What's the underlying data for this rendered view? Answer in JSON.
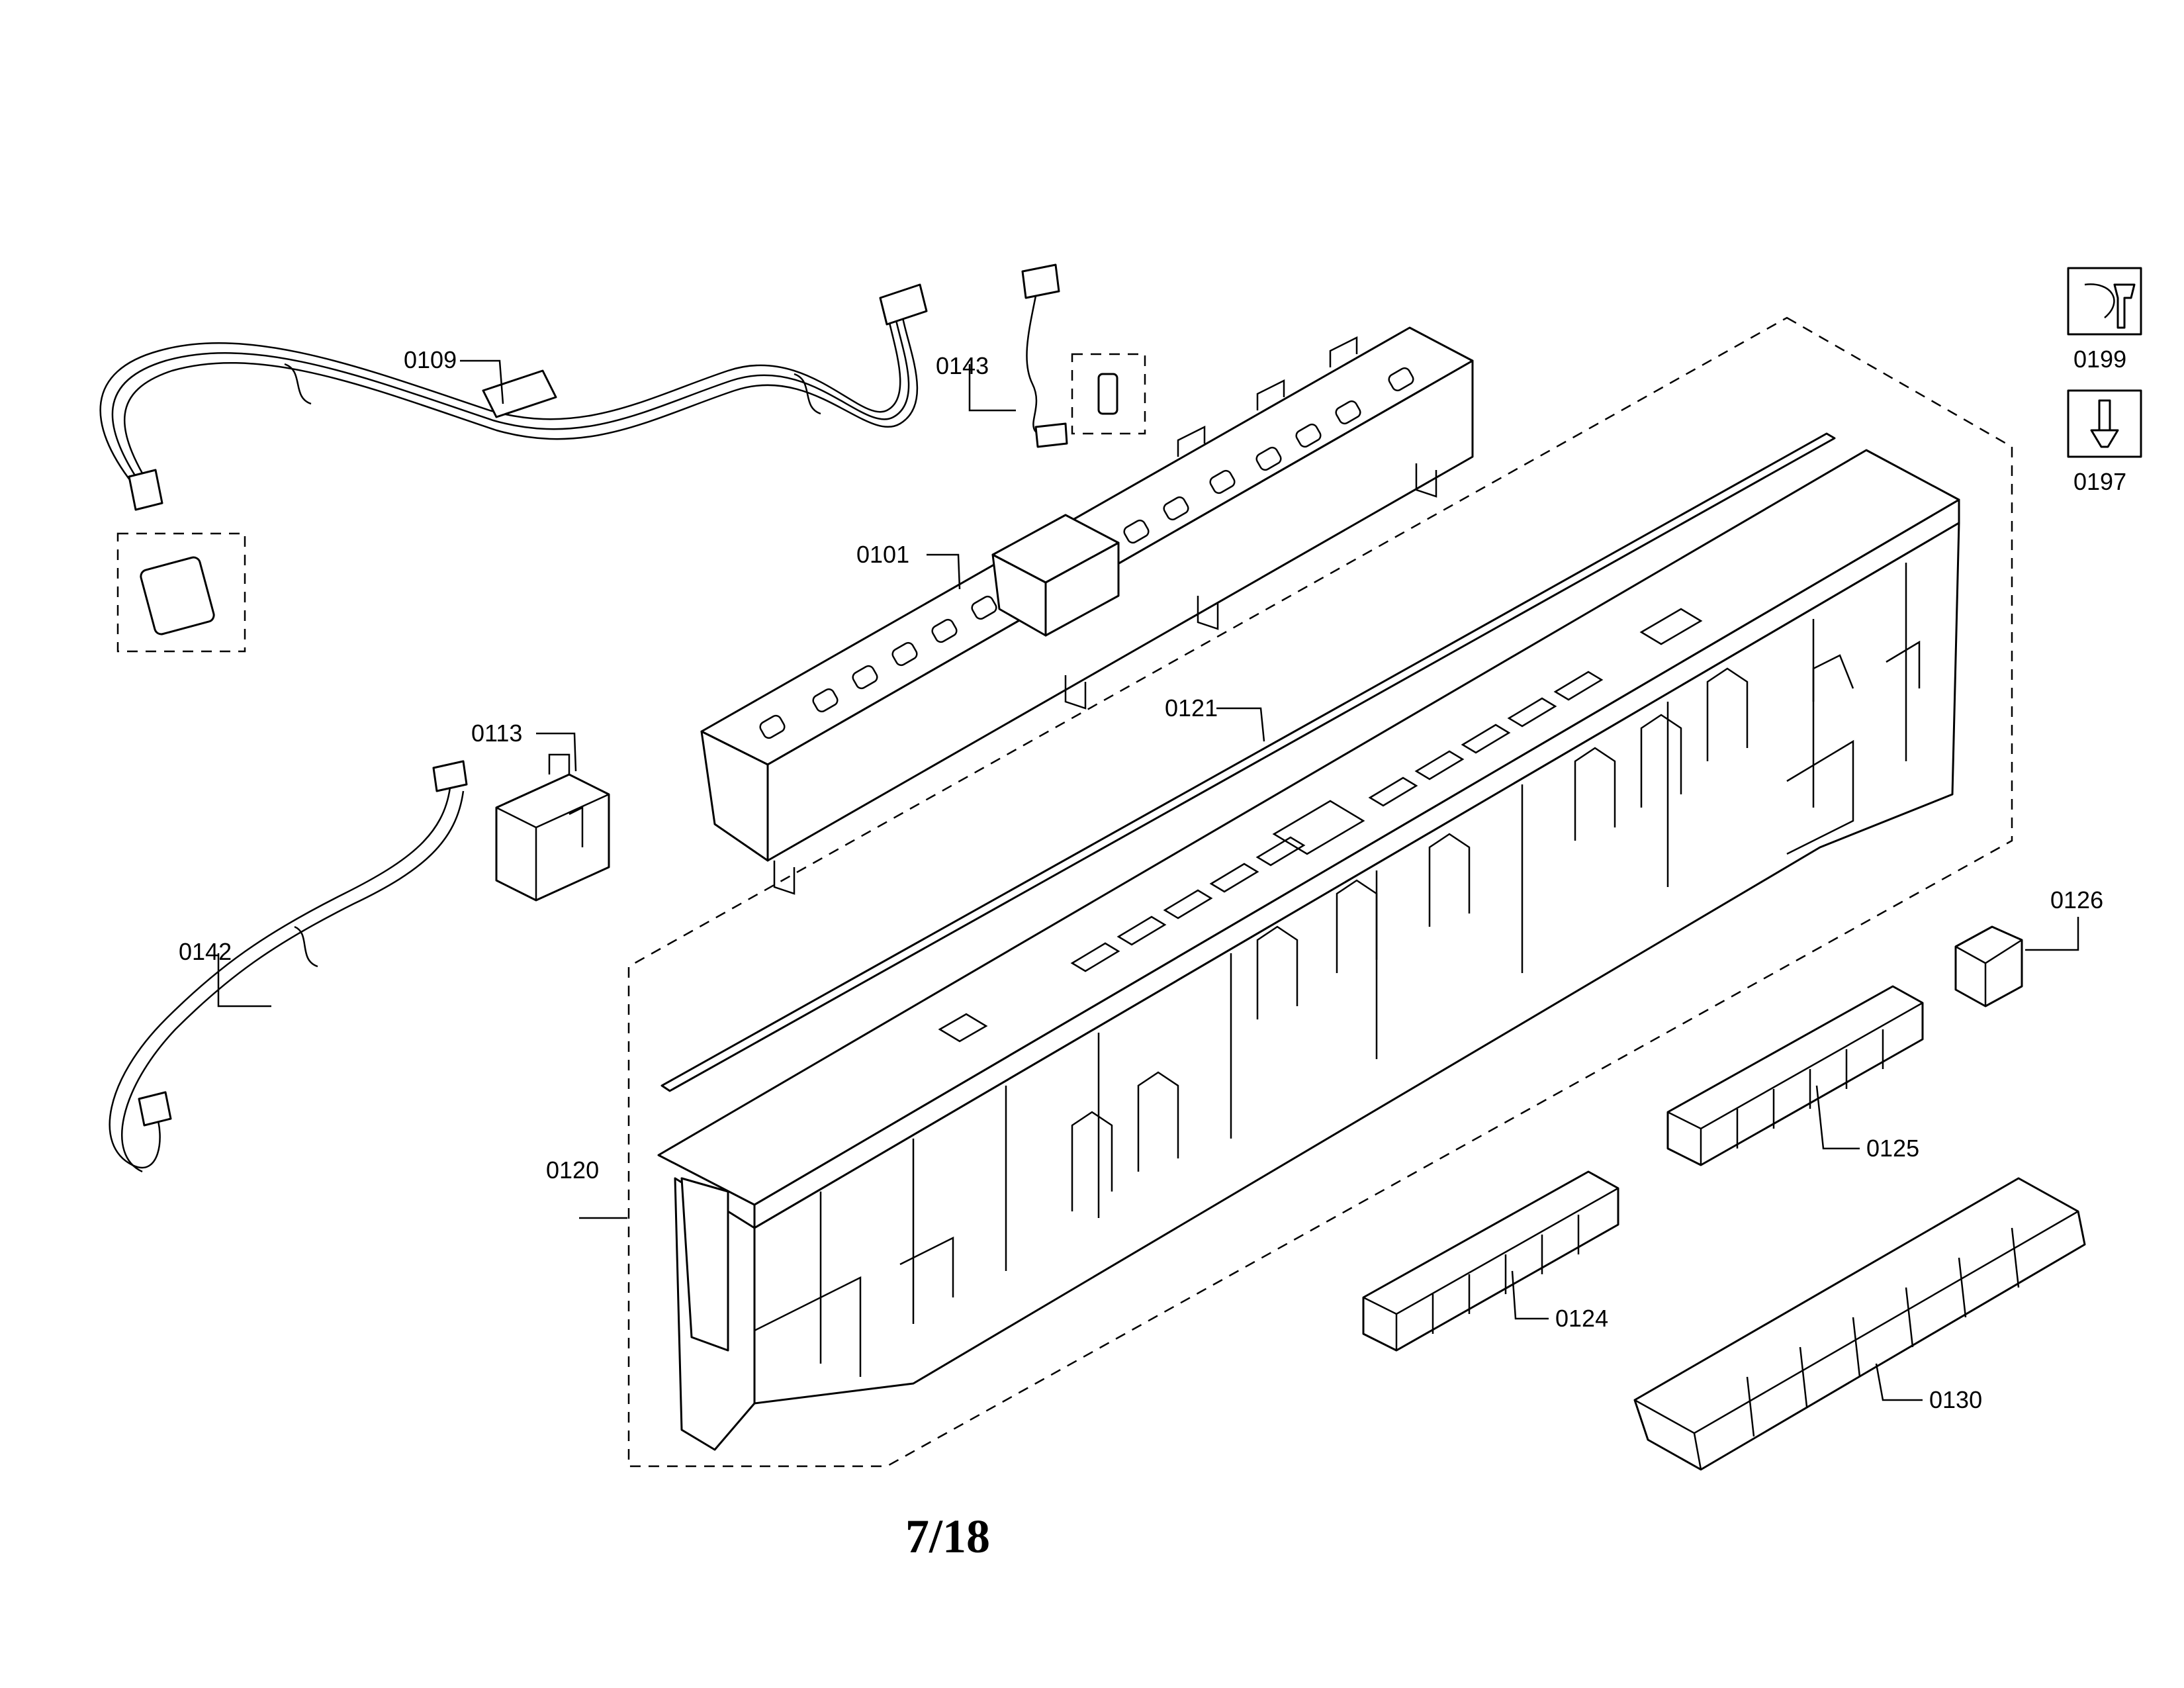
{
  "diagram": {
    "page_number": "7/18",
    "parts": [
      {
        "id": "p0101",
        "label": "0101"
      },
      {
        "id": "p0109",
        "label": "0109"
      },
      {
        "id": "p0113",
        "label": "0113"
      },
      {
        "id": "p0120",
        "label": "0120"
      },
      {
        "id": "p0121",
        "label": "0121"
      },
      {
        "id": "p0124",
        "label": "0124"
      },
      {
        "id": "p0125",
        "label": "0125"
      },
      {
        "id": "p0126",
        "label": "0126"
      },
      {
        "id": "p0130",
        "label": "0130"
      },
      {
        "id": "p0142",
        "label": "0142"
      },
      {
        "id": "p0143",
        "label": "0143"
      }
    ],
    "tools": [
      {
        "id": "t0199",
        "label": "0199",
        "icon": "wrench-icon"
      },
      {
        "id": "t0197",
        "label": "0197",
        "icon": "screwdriver-icon"
      }
    ]
  }
}
